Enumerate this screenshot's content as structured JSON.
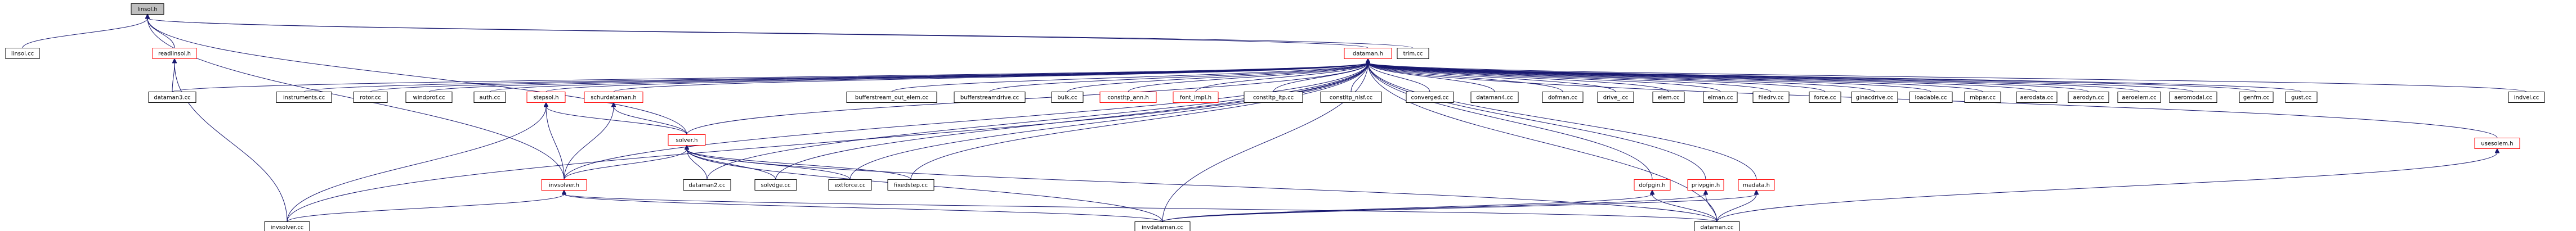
{
  "diagram": {
    "type": "include-dependency-graph",
    "colors": {
      "edge": "#191970",
      "node_border_default": "#000000",
      "node_border_red": "#ff0000",
      "root_fill": "#bfbfbf",
      "node_fill": "#ffffff",
      "text": "#000000"
    },
    "nodes": [
      {
        "id": "linsol_h",
        "label": "linsol.h",
        "style": "root"
      },
      {
        "id": "linsol_cc",
        "label": "linsol.cc",
        "style": "black"
      },
      {
        "id": "readlinsol_h",
        "label": "readlinsol.h",
        "style": "red"
      },
      {
        "id": "dataman_h",
        "label": "dataman.h",
        "style": "red"
      },
      {
        "id": "trim_cc",
        "label": "trim.cc",
        "style": "black"
      },
      {
        "id": "dataman3_cc",
        "label": "dataman3.cc",
        "style": "black"
      },
      {
        "id": "instruments_cc",
        "label": "instruments.cc",
        "style": "black"
      },
      {
        "id": "rotor_cc",
        "label": "rotor.cc",
        "style": "black"
      },
      {
        "id": "windprof_cc",
        "label": "windprof.cc",
        "style": "black"
      },
      {
        "id": "auth_cc",
        "label": "auth.cc",
        "style": "black"
      },
      {
        "id": "stepsol_h",
        "label": "stepsol.h",
        "style": "red"
      },
      {
        "id": "schurdataman_h",
        "label": "schurdataman.h",
        "style": "red"
      },
      {
        "id": "solver_h",
        "label": "solver.h",
        "style": "red"
      },
      {
        "id": "bufferstream_out_elem_cc",
        "label": "bufferstream_out_elem.cc",
        "style": "black"
      },
      {
        "id": "bufferstreamdrive_cc",
        "label": "bufferstreamdrive.cc",
        "style": "black"
      },
      {
        "id": "bulk_cc",
        "label": "bulk.cc",
        "style": "black"
      },
      {
        "id": "constltp_ann_h",
        "label": "constltp_ann.h",
        "style": "red"
      },
      {
        "id": "font_impl_h",
        "label": "font_impl.h",
        "style": "red"
      },
      {
        "id": "constltp_ltp_cc",
        "label": "constltp_ltp.cc",
        "style": "black"
      },
      {
        "id": "constltp_nlsf_cc",
        "label": "constltp_nlsf.cc",
        "style": "black"
      },
      {
        "id": "converged_cc",
        "label": "converged.cc",
        "style": "black"
      },
      {
        "id": "dataman4_cc",
        "label": "dataman4.cc",
        "style": "black"
      },
      {
        "id": "dofman_cc",
        "label": "dofman.cc",
        "style": "black"
      },
      {
        "id": "drive_cc",
        "label": "drive_.cc",
        "style": "black"
      },
      {
        "id": "elem_cc",
        "label": "elem.cc",
        "style": "black"
      },
      {
        "id": "elman_cc",
        "label": "elman.cc",
        "style": "black"
      },
      {
        "id": "filedrv_cc",
        "label": "filedrv.cc",
        "style": "black"
      },
      {
        "id": "force_cc",
        "label": "force.cc",
        "style": "black"
      },
      {
        "id": "ginacdrive_cc",
        "label": "ginacdrive.cc",
        "style": "black"
      },
      {
        "id": "loadable_cc",
        "label": "loadable.cc",
        "style": "black"
      },
      {
        "id": "mbpar_cc",
        "label": "mbpar.cc",
        "style": "black"
      },
      {
        "id": "aerodata_cc",
        "label": "aerodata.cc",
        "style": "black"
      },
      {
        "id": "aerodyn_cc",
        "label": "aerodyn.cc",
        "style": "black"
      },
      {
        "id": "aeroelem_cc",
        "label": "aeroelem.cc",
        "style": "black"
      },
      {
        "id": "aeromodal_cc",
        "label": "aeromodal.cc",
        "style": "black"
      },
      {
        "id": "genfm_cc",
        "label": "genfm.cc",
        "style": "black"
      },
      {
        "id": "gust_cc",
        "label": "gust.cc",
        "style": "black"
      },
      {
        "id": "indvel_cc",
        "label": "indvel.cc",
        "style": "black"
      },
      {
        "id": "usesolem_h",
        "label": "usesolem.h",
        "style": "red"
      },
      {
        "id": "invsolver_h",
        "label": "invsolver.h",
        "style": "red"
      },
      {
        "id": "dataman2_cc",
        "label": "dataman2.cc",
        "style": "black"
      },
      {
        "id": "solvdge_cc",
        "label": "solvdge.cc",
        "style": "black"
      },
      {
        "id": "extforce_cc",
        "label": "extforce.cc",
        "style": "black"
      },
      {
        "id": "fixedstep_cc",
        "label": "fixedstep.cc",
        "style": "black"
      },
      {
        "id": "dofpgin_h",
        "label": "dofpgin.h",
        "style": "red"
      },
      {
        "id": "privpgin_h",
        "label": "privpgin.h",
        "style": "red"
      },
      {
        "id": "madata_h",
        "label": "madata.h",
        "style": "red"
      },
      {
        "id": "invsolver_cc",
        "label": "invsolver.cc",
        "style": "black"
      },
      {
        "id": "invdataman_cc",
        "label": "invdataman.cc",
        "style": "black"
      },
      {
        "id": "dataman_cc",
        "label": "dataman.cc",
        "style": "black"
      }
    ]
  }
}
